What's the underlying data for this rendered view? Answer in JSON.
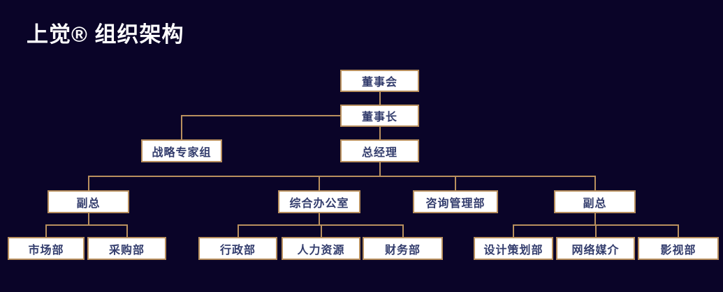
{
  "title": "上觉® 组织架构",
  "colors": {
    "background": "#0a0428",
    "line_gold": "#b9905e",
    "box_fill": "#ffffff",
    "box_text": "#333d6d",
    "title_text": "#ffffff"
  },
  "org": {
    "nodes": [
      {
        "id": "board",
        "label": "董事会"
      },
      {
        "id": "chairman",
        "label": "董事长"
      },
      {
        "id": "strategy-experts",
        "label": "战略专家组"
      },
      {
        "id": "general-manager",
        "label": "总经理"
      },
      {
        "id": "deputy-gm-left",
        "label": "副总"
      },
      {
        "id": "general-office",
        "label": "综合办公室"
      },
      {
        "id": "consulting-management",
        "label": "咨询管理部"
      },
      {
        "id": "deputy-gm-right",
        "label": "副总"
      },
      {
        "id": "marketing",
        "label": "市场部"
      },
      {
        "id": "procurement",
        "label": "采购部"
      },
      {
        "id": "administration",
        "label": "行政部"
      },
      {
        "id": "human-resources",
        "label": "人力资源"
      },
      {
        "id": "finance",
        "label": "财务部"
      },
      {
        "id": "design-planning",
        "label": "设计策划部"
      },
      {
        "id": "network-media",
        "label": "网络媒介"
      },
      {
        "id": "film-tv",
        "label": "影视部"
      }
    ],
    "edges": [
      {
        "from": "board",
        "to": "chairman"
      },
      {
        "from": "chairman",
        "to": "strategy-experts"
      },
      {
        "from": "chairman",
        "to": "general-manager"
      },
      {
        "from": "general-manager",
        "to": "deputy-gm-left"
      },
      {
        "from": "general-manager",
        "to": "general-office"
      },
      {
        "from": "general-manager",
        "to": "consulting-management"
      },
      {
        "from": "general-manager",
        "to": "deputy-gm-right"
      },
      {
        "from": "deputy-gm-left",
        "to": "marketing"
      },
      {
        "from": "deputy-gm-left",
        "to": "procurement"
      },
      {
        "from": "general-office",
        "to": "administration"
      },
      {
        "from": "general-office",
        "to": "human-resources"
      },
      {
        "from": "general-office",
        "to": "finance"
      },
      {
        "from": "deputy-gm-right",
        "to": "design-planning"
      },
      {
        "from": "deputy-gm-right",
        "to": "network-media"
      },
      {
        "from": "deputy-gm-right",
        "to": "film-tv"
      }
    ]
  }
}
